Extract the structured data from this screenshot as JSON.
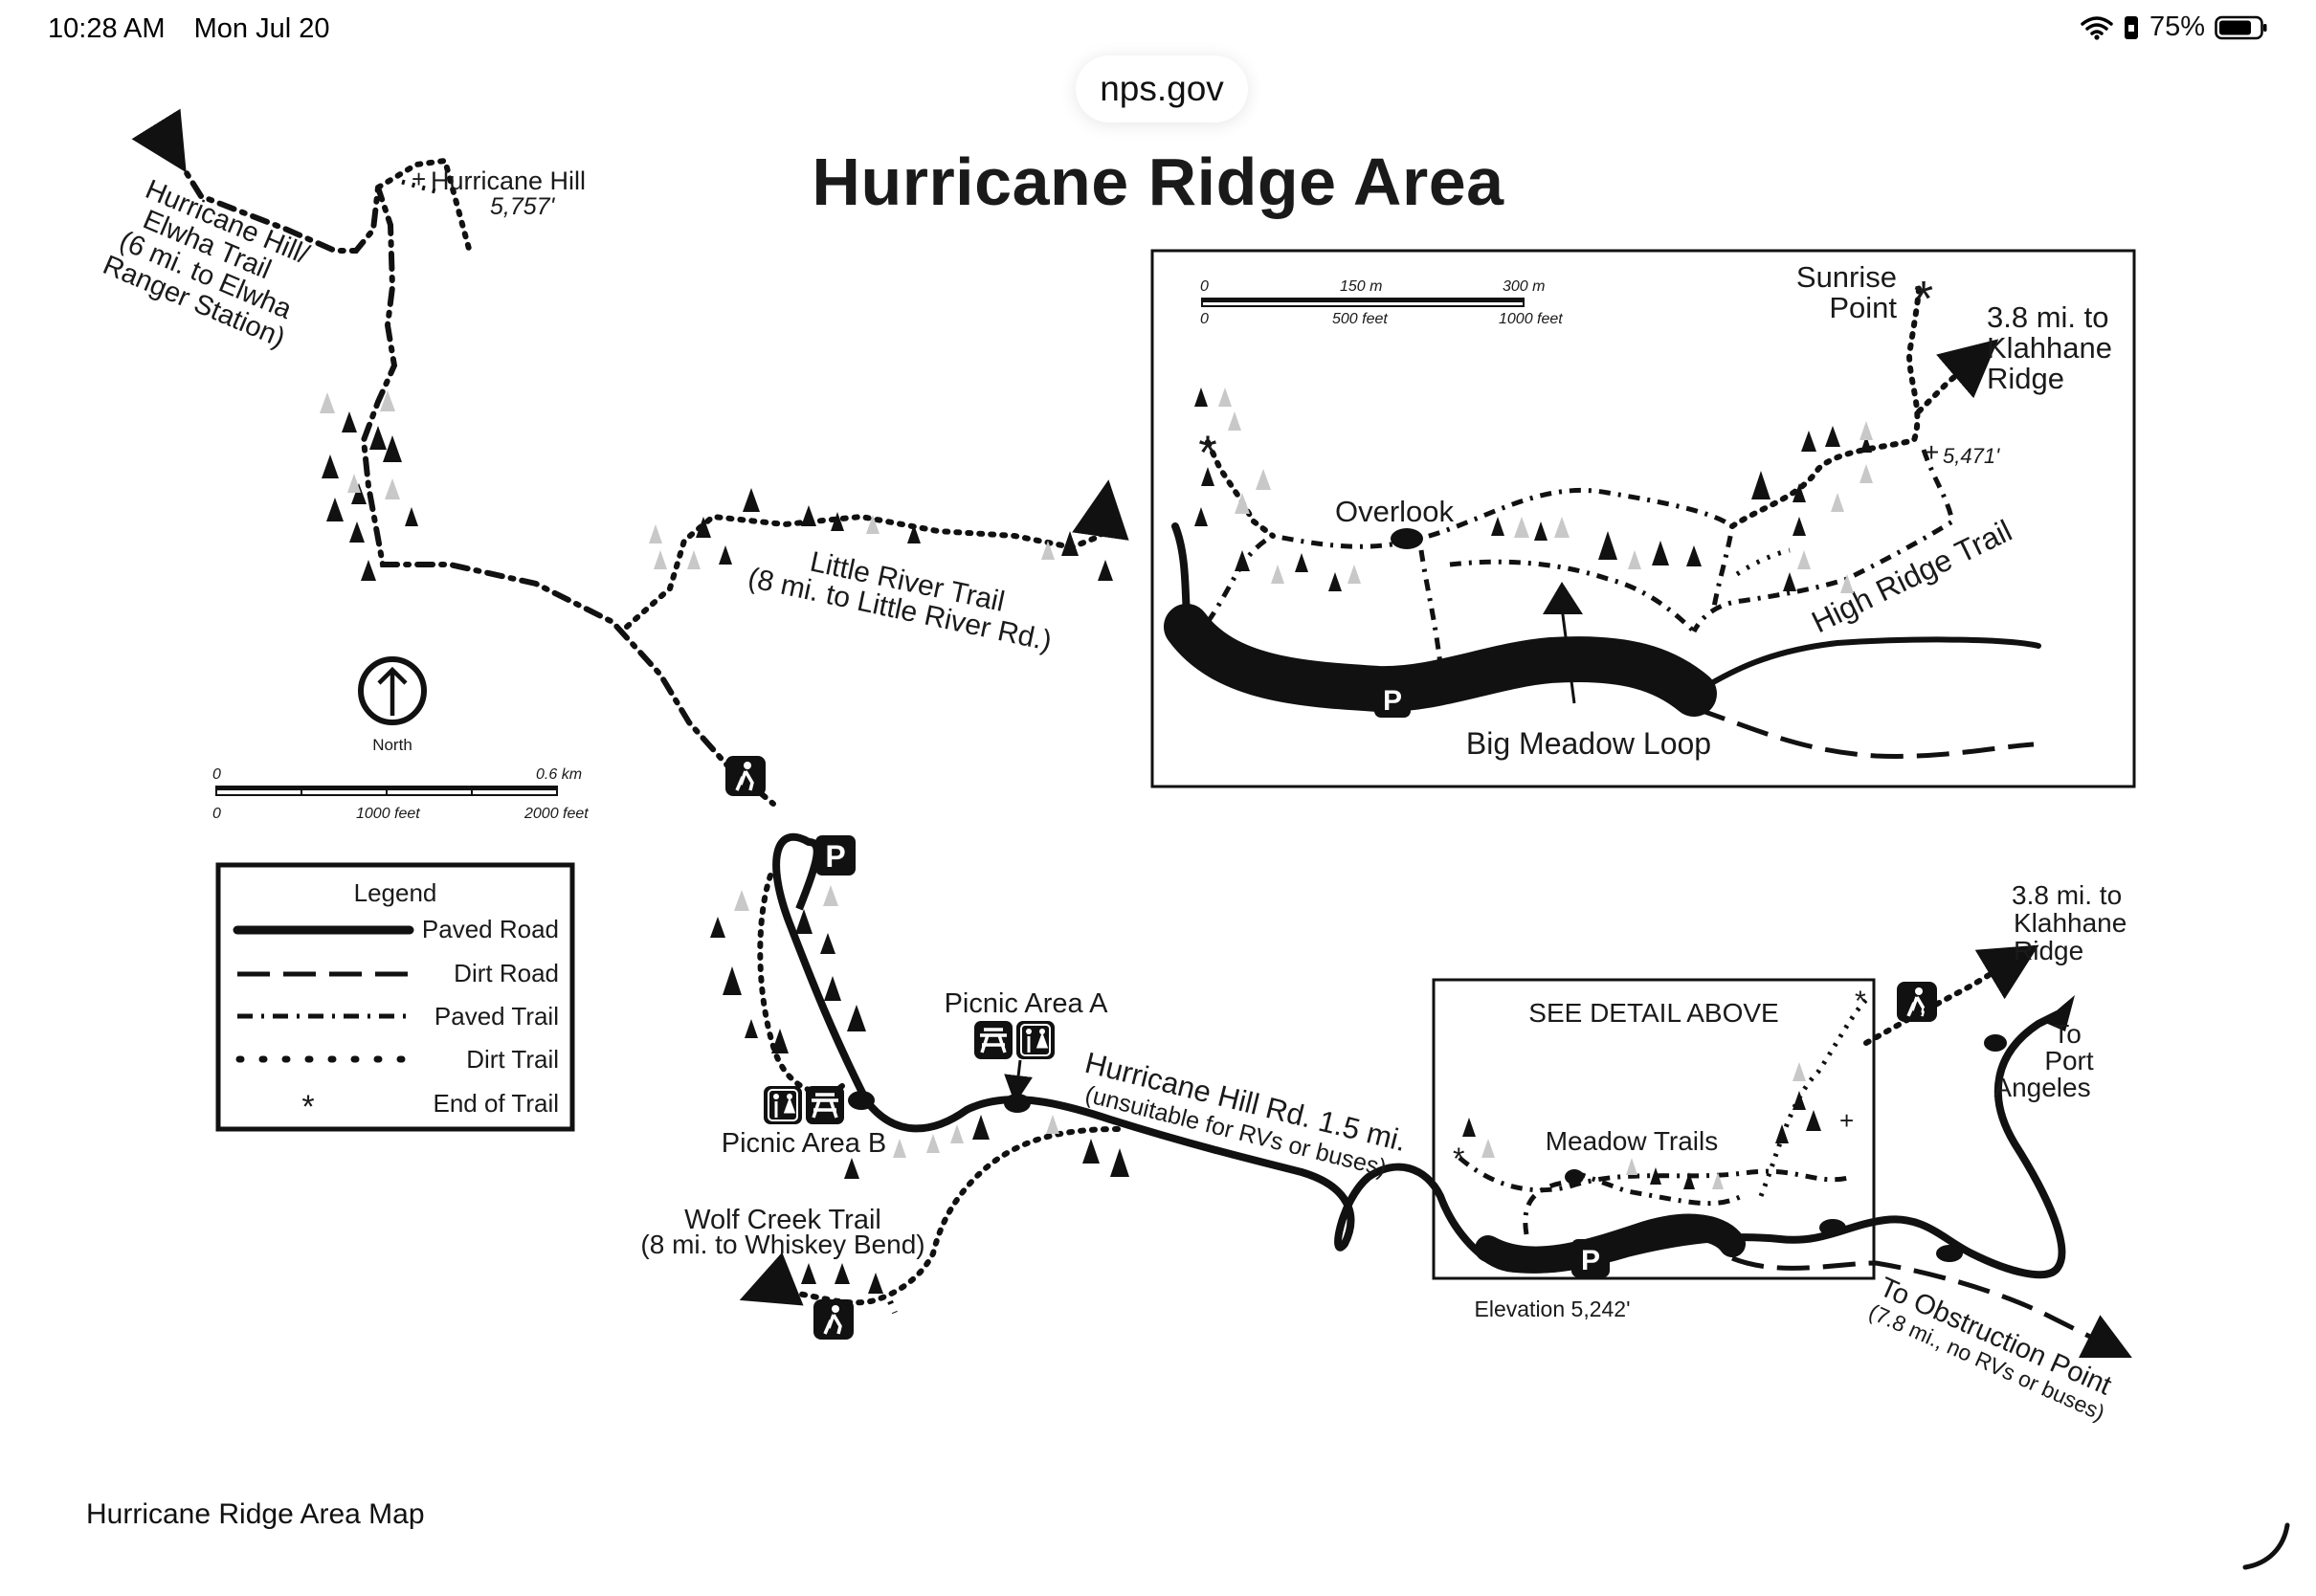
{
  "status": {
    "time": "10:28 AM",
    "date": "Mon Jul 20",
    "battery": "75%"
  },
  "browser": {
    "url": "nps.gov"
  },
  "map": {
    "title": "Hurricane Ridge Area",
    "caption": "Hurricane Ridge Area Map",
    "north_label": "North",
    "main_scale": {
      "zero_top": "0",
      "km": "0.6 km",
      "zero_bottom": "0",
      "ft1": "1000 feet",
      "ft2": "2000 feet"
    },
    "detail_scale": {
      "zero_top": "0",
      "m1": "150 m",
      "m2": "300 m",
      "zero_bottom": "0",
      "ft1": "500 feet",
      "ft2": "1000 feet"
    },
    "legend": {
      "title": "Legend",
      "items": [
        {
          "label": "Paved Road",
          "style": "solid"
        },
        {
          "label": "Dirt Road",
          "style": "dashed"
        },
        {
          "label": "Paved Trail",
          "style": "dash-dot"
        },
        {
          "label": "Dirt Trail",
          "style": "dotted"
        },
        {
          "label": "End of Trail",
          "style": "asterisk"
        }
      ]
    },
    "labels": {
      "hurricane_hill": "Hurricane Hill",
      "hurricane_hill_elev": "5,757'",
      "hh_trail_1": "Hurricane Hill/",
      "hh_trail_2": "Elwha Trail",
      "hh_trail_3": "(6 mi. to Elwha",
      "hh_trail_4": "Ranger Station)",
      "little_river_1": "Little River Trail",
      "little_river_2": "(8 mi. to Little River Rd.)",
      "picnic_a": "Picnic Area A",
      "picnic_b": "Picnic Area B",
      "hh_road_1": "Hurricane Hill Rd. 1.5 mi.",
      "hh_road_2": "(unsuitable for RVs or buses)",
      "wolf_creek_1": "Wolf Creek Trail",
      "wolf_creek_2": "(8 mi. to Whiskey Bend)",
      "see_detail": "SEE DETAIL ABOVE",
      "meadow_trails": "Meadow Trails",
      "elevation": "Elevation 5,242'",
      "klahhane_1": "3.8 mi. to",
      "klahhane_2": "Klahhane",
      "klahhane_3": "Ridge",
      "port_1": "To",
      "port_2": "Port",
      "port_3": "Angeles",
      "obstruction_1": "To Obstruction Point",
      "obstruction_2": "(7.8 mi., no RVs or buses)",
      "sunrise_1": "Sunrise",
      "sunrise_2": "Point",
      "d_klahhane_1": "3.8 mi. to",
      "d_klahhane_2": "Klahhane",
      "d_klahhane_3": "Ridge",
      "d_elev": "5,471'",
      "overlook": "Overlook",
      "high_ridge": "High Ridge Trail",
      "big_meadow": "Big Meadow Loop",
      "parking": "P"
    }
  }
}
